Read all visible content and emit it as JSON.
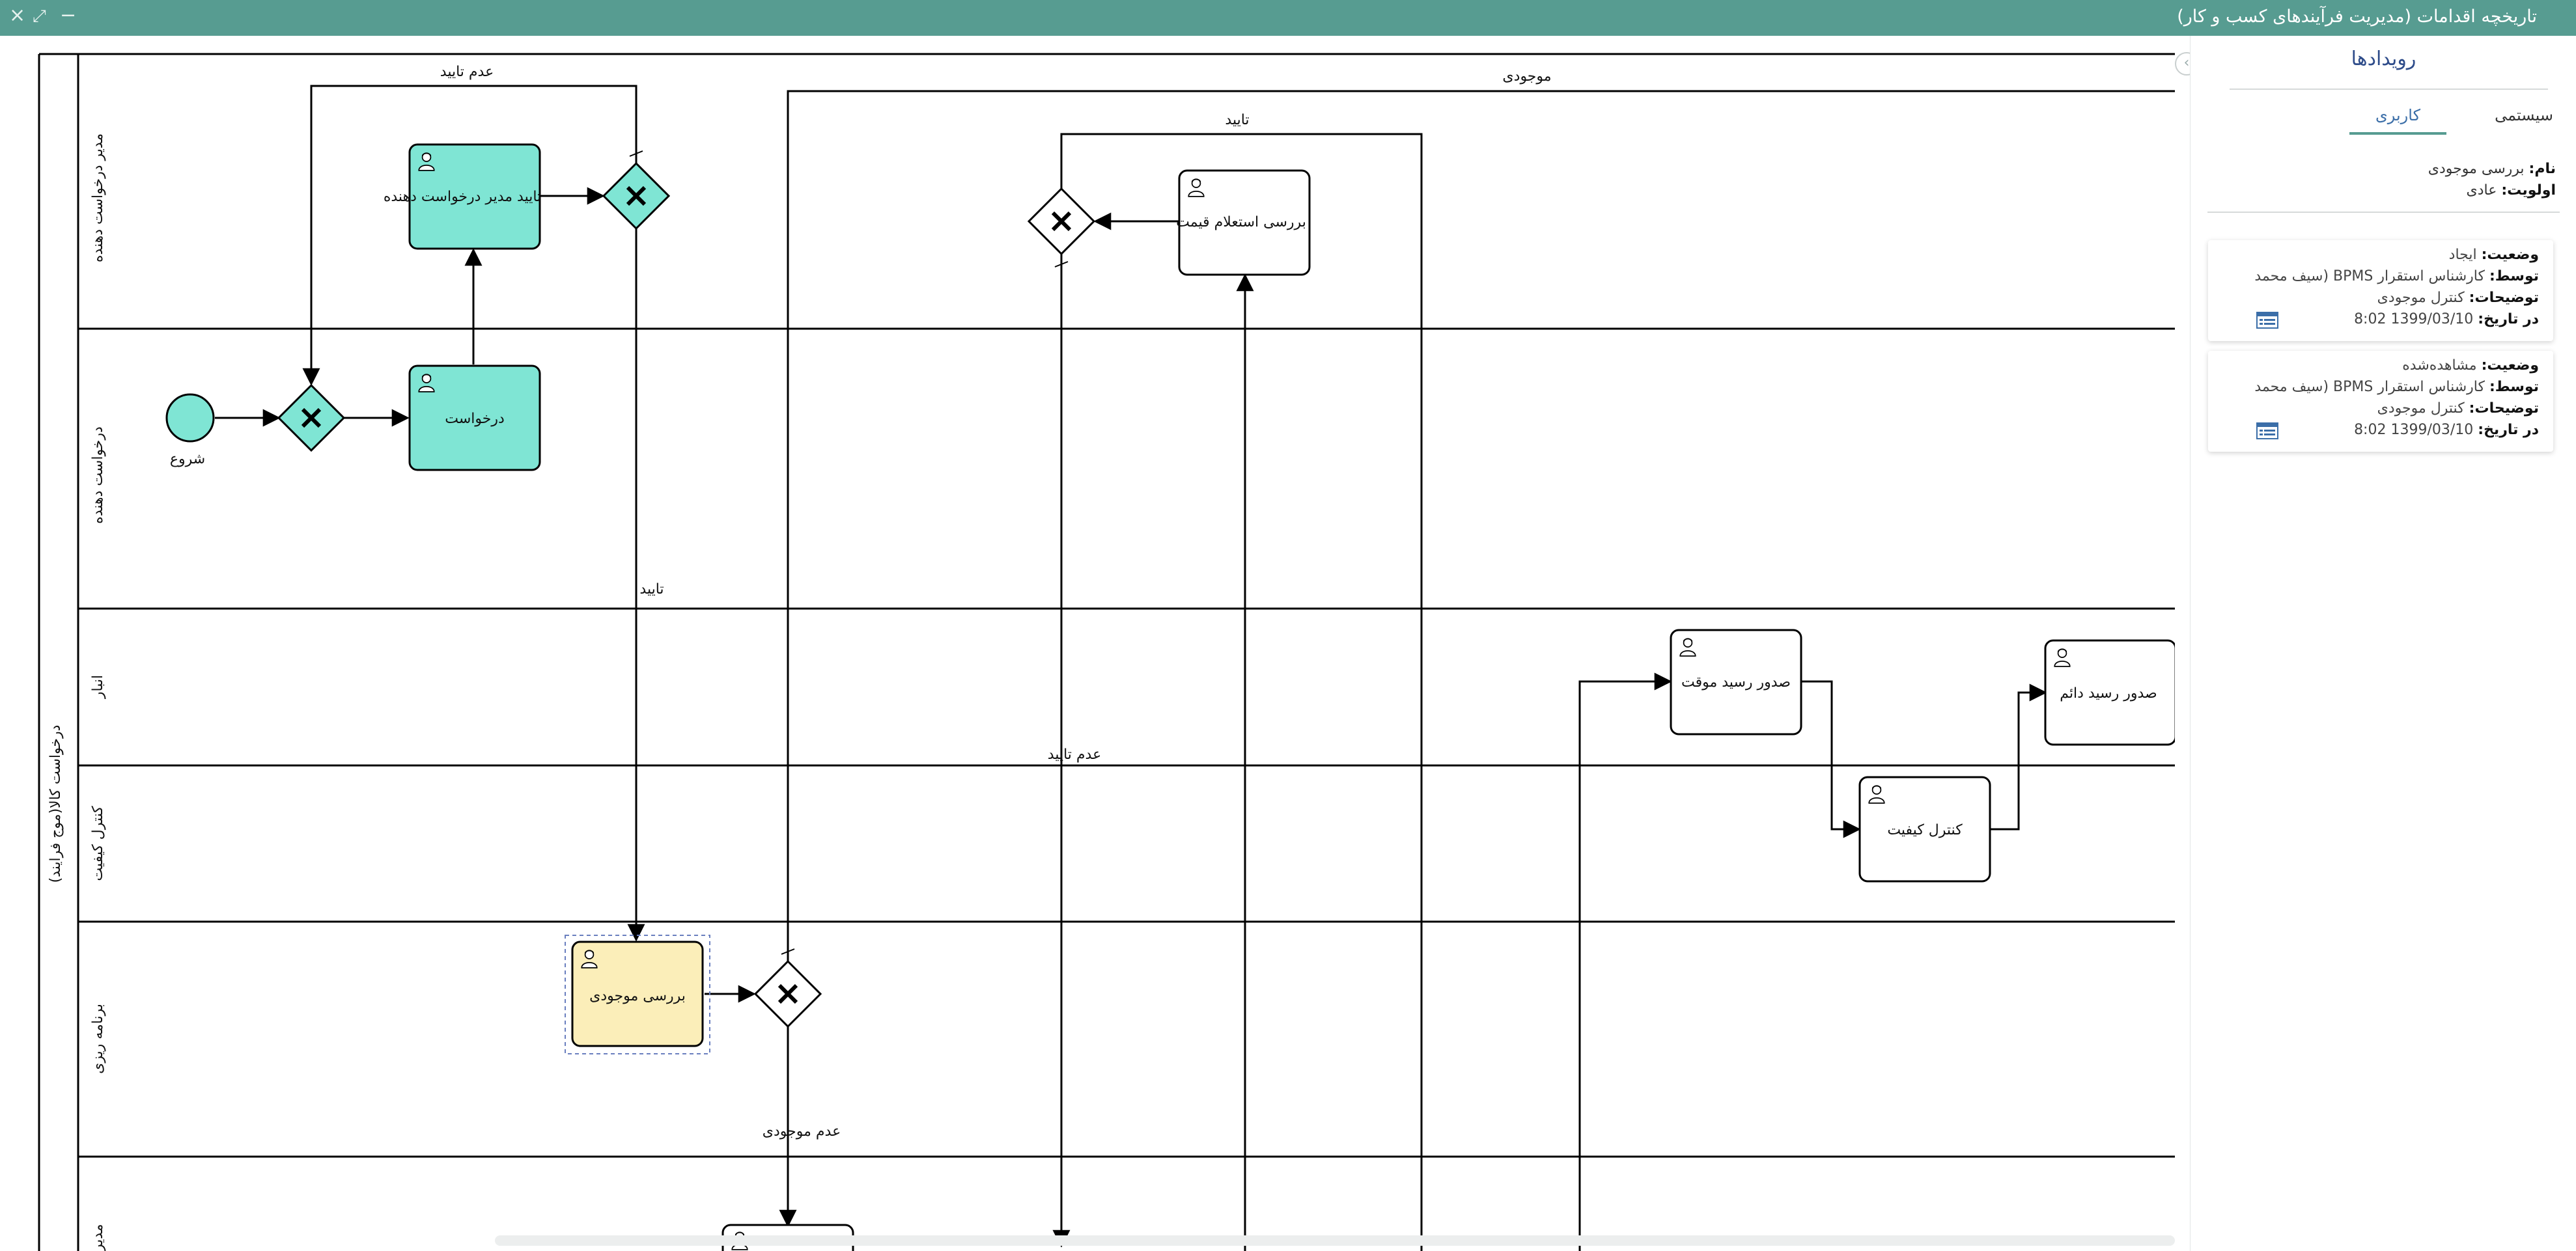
{
  "window": {
    "title": "تاریخچه اقدامات (مدیریت فرآیندهای کسب و کار)",
    "controls": {
      "close": "×",
      "expand": "⤢",
      "minimize": "−"
    }
  },
  "diagram": {
    "pool_label": "درخواست کالا(موج فرایند)",
    "lanes": [
      "مدیر درخواست دهنده",
      "درخواست دهنده",
      "انبار",
      "کنترل کیفیت",
      "برنامه ریزی",
      "مدیر"
    ],
    "start_event": "شروع",
    "tasks": {
      "request": "درخواست",
      "manager_approval": "تایید مدیر درخواست دهنده",
      "price_inquiry": "بررسی استعلام قیمت",
      "stock_check": "بررسی موجودی",
      "temp_receipt": "صدور رسید موقت",
      "quality_control": "کنترل کیفیت",
      "perm_receipt": "صدور رسید دائم"
    },
    "flow_labels": {
      "not_approved_top": "عدم تایید",
      "available": "موجودی",
      "approved_price": "تایید",
      "approved": "تایید",
      "not_approved_mid": "عدم تایید",
      "not_available": "عدم موجودی"
    },
    "colors": {
      "active": "#7fe5d4",
      "current": "#fbeeb9",
      "idle": "#ffffff"
    }
  },
  "events_panel": {
    "title": "رویدادها",
    "tabs": [
      {
        "label": "کاربری",
        "active": true
      },
      {
        "label": "سیستمی",
        "active": false
      }
    ],
    "name_label": "نام:",
    "name_value": "بررسی موجودی",
    "priority_label": "اولویت:",
    "priority_value": "عادی",
    "events": [
      {
        "status_label": "وضعیت:",
        "status": "ایجاد",
        "by_label": "توسط:",
        "by": "کارشناس استقرار BPMS (سیف محمد",
        "desc_label": "توضیحات:",
        "desc": "کنترل موجودی",
        "date_label": "در تاریخ:",
        "date": "1399/03/10  8:02"
      },
      {
        "status_label": "وضعیت:",
        "status": "مشاهده‌شده",
        "by_label": "توسط:",
        "by": "کارشناس استقرار BPMS (سیف محمد",
        "desc_label": "توضیحات:",
        "desc": "کنترل موجودی",
        "date_label": "در تاریخ:",
        "date": "1399/03/10  8:02"
      }
    ]
  }
}
